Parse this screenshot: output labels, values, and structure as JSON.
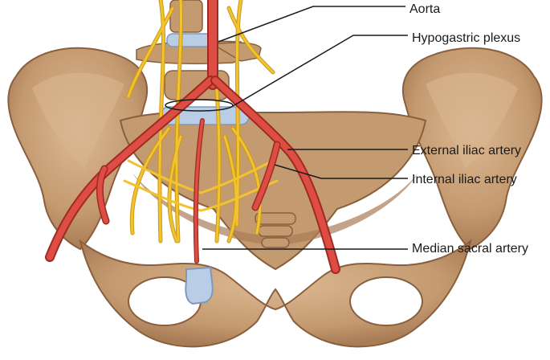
{
  "labels": {
    "aorta": "Aorta",
    "hypogastric_plexus": "Hypogastric plexus",
    "external_iliac_artery": "External iliac artery",
    "internal_iliac_artery": "Internal iliac artery",
    "median_sacral_artery": "Median sacral artery"
  },
  "colors": {
    "bone": "#c9a27a",
    "bone_dark": "#8a5f3e",
    "bone_shadow": "#a97e58",
    "artery": "#d2413a",
    "artery_dark": "#9e2a24",
    "nerve": "#f2c230",
    "nerve_dark": "#c99a14",
    "disc": "#b9cde6",
    "leader_line": "#1a1a1a"
  }
}
